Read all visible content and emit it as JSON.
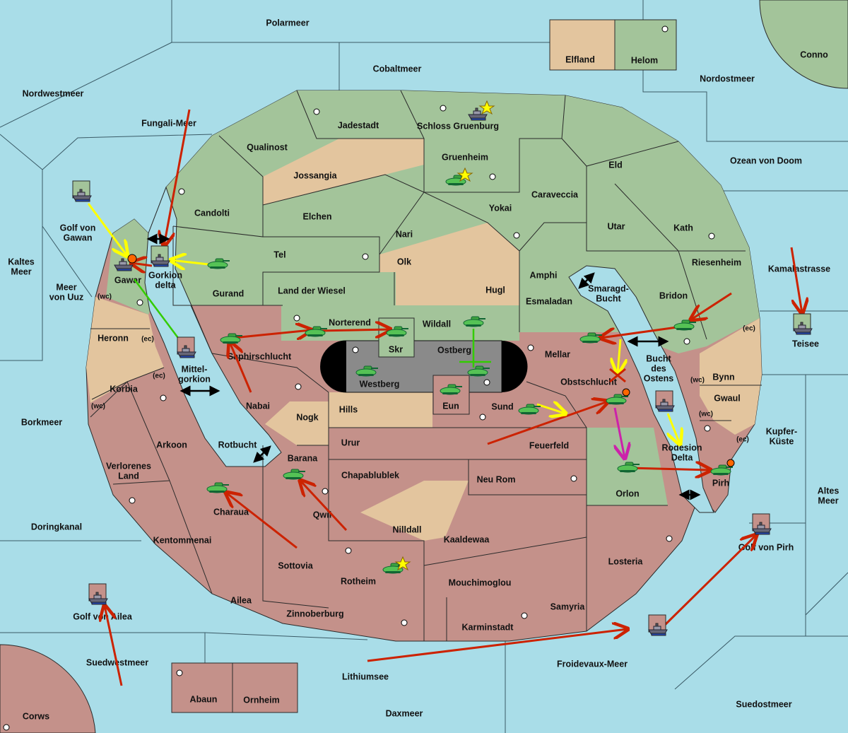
{
  "colors": {
    "sea": "#a9dde8",
    "green_power": "#a3c49a",
    "neutral": "#e3c59e",
    "red_power": "#c4918a",
    "impassable": "#8a8a8a",
    "move_arrow": "#cc2200",
    "support_arrow": "#ffff00",
    "convoy_arrow": "#33cc00",
    "retreat_arrow": "#cc22aa"
  },
  "regions": [
    "Polarmeer",
    "Cobaltmeer",
    "Elfland",
    "Helom",
    "Conno",
    "Nordostmeer",
    "Nordwestmeer",
    "Fungali-Meer",
    "Jadestadt",
    "Schloss Gruenburg",
    "Qualinost",
    "Gruenheim",
    "Eld",
    "Ozean von Doom",
    "Jossangia",
    "Caraveccia",
    "Candolti",
    "Yokai",
    "Elchen",
    "Utar",
    "Kath",
    "Nari",
    "Golf von",
    "Gawan",
    "Kaltes",
    "Meer",
    "Tel",
    "Olk",
    "Riesenheim",
    "Kamalastrasse",
    "Gorkion",
    "delta",
    "Gawar",
    "Meer",
    "von Uuz",
    "Land der Wiesel",
    "Hugl",
    "Amphi",
    "Gurand",
    "Smaragd-",
    "Bucht",
    "Esmaladan",
    "Bridon",
    "(wc)",
    "Norterend",
    "Wildall",
    "Heronn",
    "(ec)",
    "Skr",
    "Ostberg",
    "Mellar",
    "(ec)",
    "Teisee",
    "Saphirschlucht",
    "Bucht",
    "des",
    "Ostens",
    "Mittel-",
    "gorkion",
    "(ec)",
    "Bynn",
    "(wc)",
    "Westberg",
    "Obstschlucht",
    "Korbia",
    "Gwaul",
    "Nabai",
    "Hills",
    "Eun",
    "Sund",
    "(wc)",
    "Nogk",
    "(wc)",
    "Borkmeer",
    "Kupfer-",
    "Küste",
    "(ec)",
    "Urur",
    "Rotbucht",
    "Arkoon",
    "Feuerfeld",
    "Rodesion",
    "Delta",
    "Barana",
    "Verlorenes",
    "Land",
    "Chapablublek",
    "Neu Rom",
    "Pirh",
    "Orlon",
    "Altes",
    "Meer",
    "Charaua",
    "Qwil",
    "Doringkanal",
    "Nilldall",
    "Kentommenai",
    "Kaaldewaa",
    "Golf von Pirh",
    "Losteria",
    "Sottovia",
    "Rotheim",
    "Mouchimoglou",
    "Ailea",
    "Samyria",
    "Zinnoberburg",
    "Golf von Ailea",
    "Karminstadt",
    "Suedwestmeer",
    "Froidevaux-Meer",
    "Lithiumsee",
    "Abaun",
    "Ornheim",
    "Suedostmeer",
    "Daxmeer",
    "Corws"
  ],
  "icons": {
    "army": "tank-icon",
    "fleet": "ship-icon",
    "supply_center": "supply-center-icon",
    "dislodged": "explosion-icon",
    "capital": "star-icon"
  }
}
